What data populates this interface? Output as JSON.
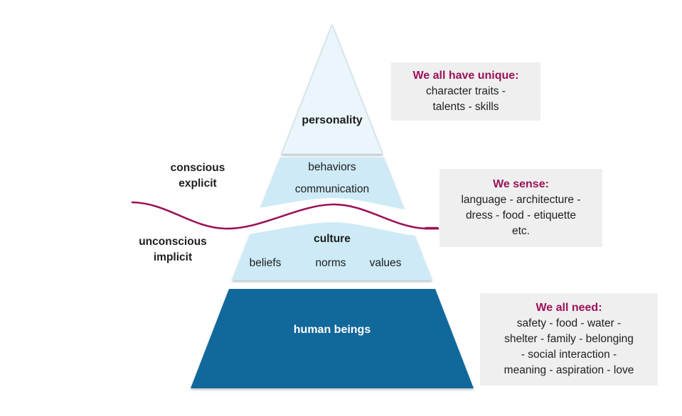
{
  "colors": {
    "accent": "#9c1259",
    "pyramid_top": "#eaf6fb",
    "pyramid_middle": "#cdeaf6",
    "pyramid_bottom": "#11689b",
    "callout_bg": "#efefef",
    "text_dark": "#1d1d1d",
    "text_light": "#ffffff"
  },
  "pyramid": {
    "personality": "personality",
    "behaviors": "behaviors",
    "communication": "communication",
    "culture": "culture",
    "beliefs": "beliefs",
    "norms": "norms",
    "values": "values",
    "human_beings": "human beings"
  },
  "side_labels": {
    "conscious": {
      "line1": "conscious",
      "line2": "explicit"
    },
    "unconscious": {
      "line1": "unconscious",
      "line2": "implicit"
    }
  },
  "callouts": {
    "personality": {
      "heading": "We all have unique:",
      "lines": [
        "character traits -",
        "talents - skills"
      ]
    },
    "culture": {
      "heading": "We sense:",
      "lines": [
        "language - architecture -",
        "dress - food - etiquette",
        "etc."
      ]
    },
    "human": {
      "heading": "We all need:",
      "lines": [
        "safety - food - water -",
        "shelter - family - belonging",
        "- social interaction -",
        "meaning - aspiration - love"
      ]
    }
  }
}
